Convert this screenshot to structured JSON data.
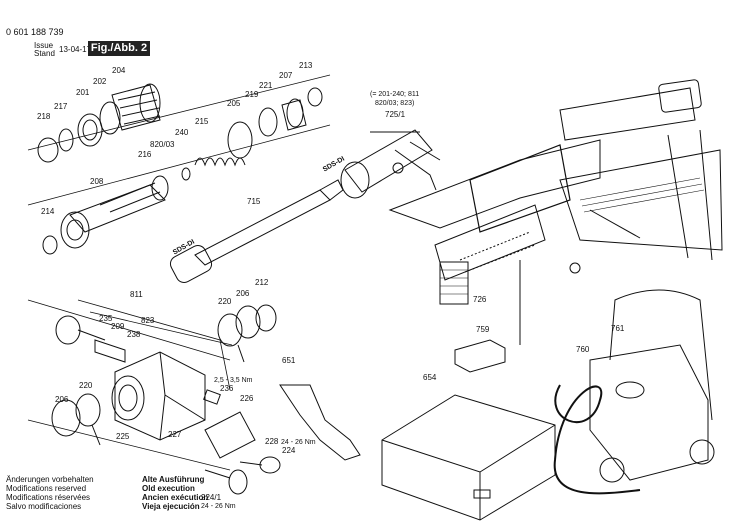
{
  "header": {
    "part_number": "0 601 188 739",
    "issue_label": "Issue",
    "stand_label": "Stand",
    "issue_date": "13-04-17",
    "figure_label": "Fig./Abb. 2"
  },
  "callouts": [
    {
      "id": "218",
      "text": "218"
    },
    {
      "id": "217",
      "text": "217"
    },
    {
      "id": "201",
      "text": "201"
    },
    {
      "id": "202",
      "text": "202"
    },
    {
      "id": "204",
      "text": "204"
    },
    {
      "id": "208",
      "text": "208"
    },
    {
      "id": "214",
      "text": "214"
    },
    {
      "id": "216",
      "text": "216"
    },
    {
      "id": "820_03",
      "text": "820/03"
    },
    {
      "id": "240",
      "text": "240"
    },
    {
      "id": "215",
      "text": "215"
    },
    {
      "id": "205",
      "text": "205"
    },
    {
      "id": "219",
      "text": "219"
    },
    {
      "id": "221",
      "text": "221"
    },
    {
      "id": "207",
      "text": "207"
    },
    {
      "id": "213",
      "text": "213"
    },
    {
      "id": "715",
      "text": "715"
    },
    {
      "id": "725_1",
      "text": "725/1"
    },
    {
      "id": "726",
      "text": "726"
    },
    {
      "id": "811",
      "text": "811"
    },
    {
      "id": "235",
      "text": "235"
    },
    {
      "id": "209",
      "text": "209"
    },
    {
      "id": "823",
      "text": "823"
    },
    {
      "id": "238",
      "text": "238"
    },
    {
      "id": "220a",
      "text": "220"
    },
    {
      "id": "206a",
      "text": "206"
    },
    {
      "id": "212",
      "text": "212"
    },
    {
      "id": "651",
      "text": "651"
    },
    {
      "id": "236",
      "text": "236"
    },
    {
      "id": "220b",
      "text": "220"
    },
    {
      "id": "206b",
      "text": "206"
    },
    {
      "id": "226",
      "text": "226"
    },
    {
      "id": "225",
      "text": "225"
    },
    {
      "id": "227",
      "text": "227"
    },
    {
      "id": "228",
      "text": "228"
    },
    {
      "id": "224",
      "text": "224"
    },
    {
      "id": "224_1",
      "text": "224/1"
    },
    {
      "id": "759",
      "text": "759"
    },
    {
      "id": "761",
      "text": "761"
    },
    {
      "id": "760",
      "text": "760"
    },
    {
      "id": "654",
      "text": "654"
    }
  ],
  "annotations": {
    "range_line1": "(= 201-240; 811",
    "range_line2": "820/03; 823)",
    "torque1": "2,5 - 3,5 Nm",
    "torque2": "24 - 26 Nm",
    "torque3": "24 - 26 Nm",
    "sds_label1": "SDS-DI",
    "sds_label2": "SDS-DI"
  },
  "footer_left": [
    "Änderungen vorbehalten",
    "Modifications reserved",
    "Modifications réservées",
    "Salvo modificaciones"
  ],
  "footer_right": [
    "Alte Ausführung",
    "Old execution",
    "Ancien exécution",
    "Vieja ejecución"
  ]
}
